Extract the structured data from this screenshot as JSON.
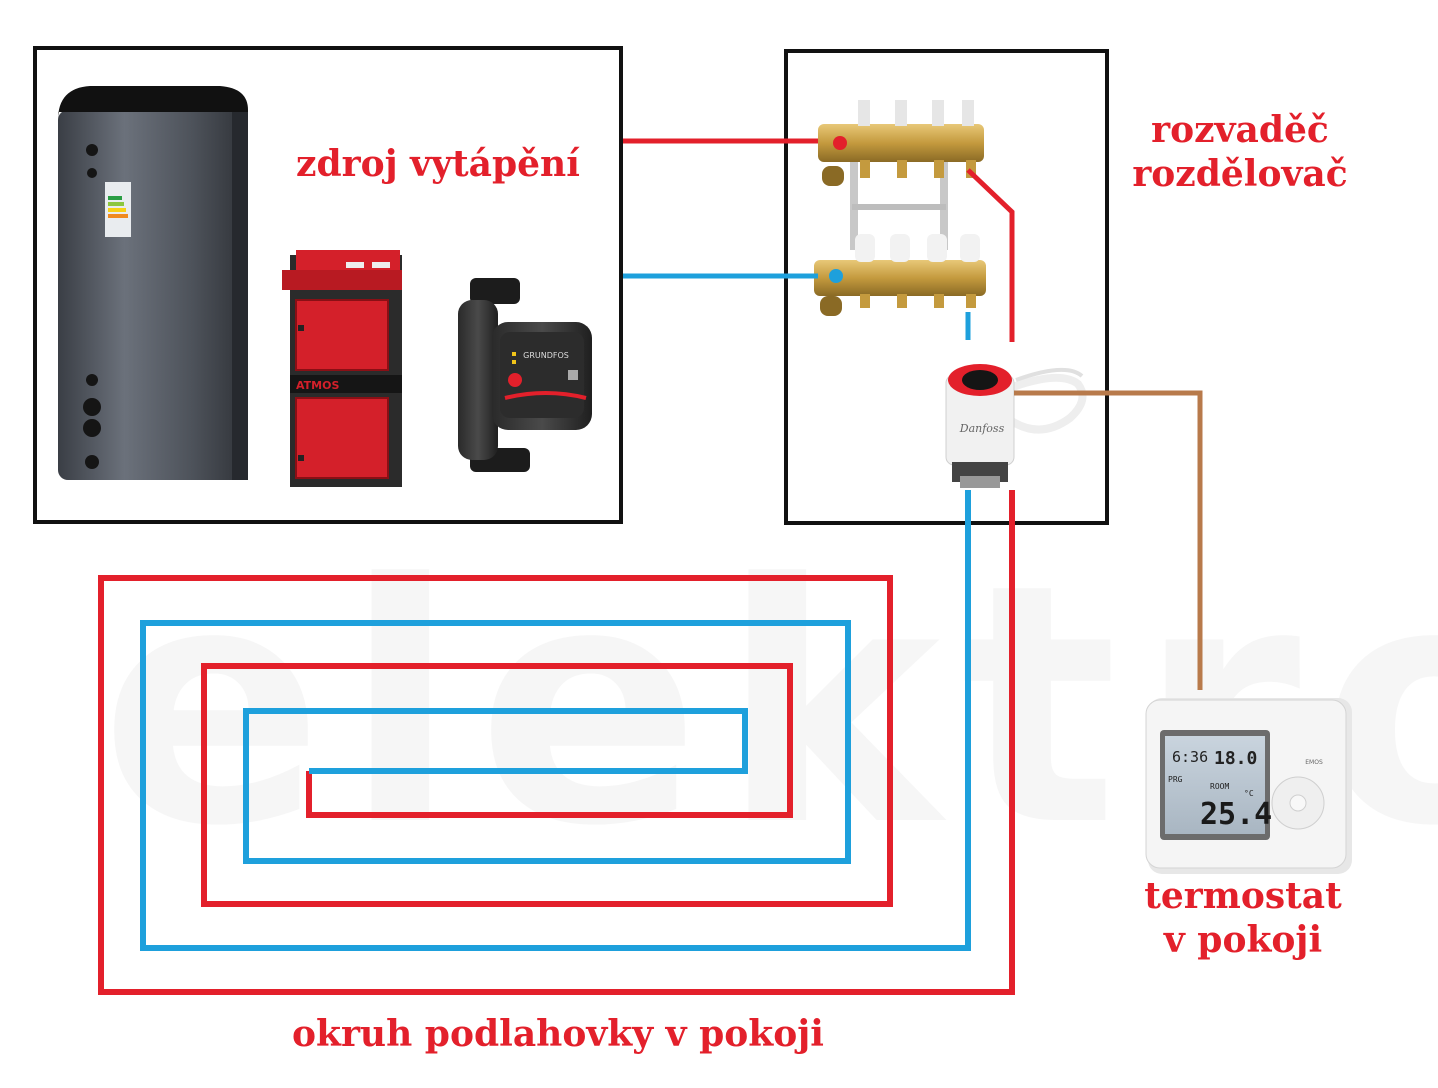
{
  "labels": {
    "heat_source": "zdroj vytápění",
    "manifold_line1": "rozvaděč",
    "manifold_line2": "rozdělovač",
    "thermostat_line1": "termostat",
    "thermostat_line2": "v pokoji",
    "floor_circuit": "okruh podlahovky v pokoji"
  },
  "boiler": {
    "brand": "ATMOS"
  },
  "pump": {
    "brand": "GRUNDFOS"
  },
  "actuator": {
    "brand": "Danfoss"
  },
  "thermostat_display": {
    "time": "6:36",
    "set_temp": "18.0",
    "room_label": "ROOM",
    "room_temp": "25.4",
    "prg_label": "PRG",
    "unit": "°C",
    "brand": "EMOS"
  },
  "watermark": "elektro",
  "colors": {
    "hot_pipe": "#e3202b",
    "cold_pipe": "#1ea0dc",
    "signal_wire": "#b87a4b",
    "frame": "#111111",
    "label_text": "#e3202b",
    "tank_body": "#4a4f57",
    "boiler_red": "#d4202a",
    "brass": "#c9a24a"
  }
}
